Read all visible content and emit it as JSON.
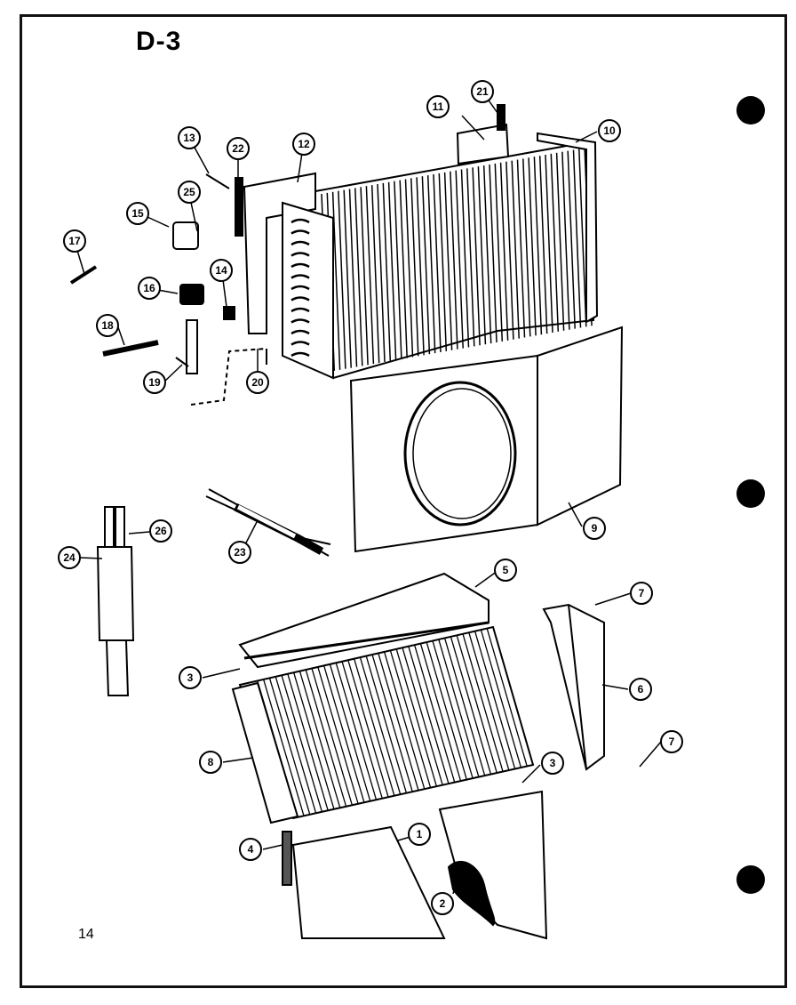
{
  "page": {
    "title": "D-3",
    "page_number": "14"
  },
  "callouts": [
    {
      "id": "c1",
      "label": "1"
    },
    {
      "id": "c2",
      "label": "2"
    },
    {
      "id": "c3a",
      "label": "3"
    },
    {
      "id": "c3b",
      "label": "3"
    },
    {
      "id": "c4",
      "label": "4"
    },
    {
      "id": "c5",
      "label": "5"
    },
    {
      "id": "c6",
      "label": "6"
    },
    {
      "id": "c7a",
      "label": "7"
    },
    {
      "id": "c7b",
      "label": "7"
    },
    {
      "id": "c8",
      "label": "8"
    },
    {
      "id": "c9",
      "label": "9"
    },
    {
      "id": "c10",
      "label": "10"
    },
    {
      "id": "c11",
      "label": "11"
    },
    {
      "id": "c12",
      "label": "12"
    },
    {
      "id": "c13",
      "label": "13"
    },
    {
      "id": "c14",
      "label": "14"
    },
    {
      "id": "c15",
      "label": "15"
    },
    {
      "id": "c16",
      "label": "16"
    },
    {
      "id": "c17",
      "label": "17"
    },
    {
      "id": "c18",
      "label": "18"
    },
    {
      "id": "c19",
      "label": "19"
    },
    {
      "id": "c20",
      "label": "20"
    },
    {
      "id": "c21",
      "label": "21"
    },
    {
      "id": "c22",
      "label": "22"
    },
    {
      "id": "c23",
      "label": "23"
    },
    {
      "id": "c24",
      "label": "24"
    },
    {
      "id": "c25",
      "label": "25"
    },
    {
      "id": "c26",
      "label": "26"
    }
  ]
}
